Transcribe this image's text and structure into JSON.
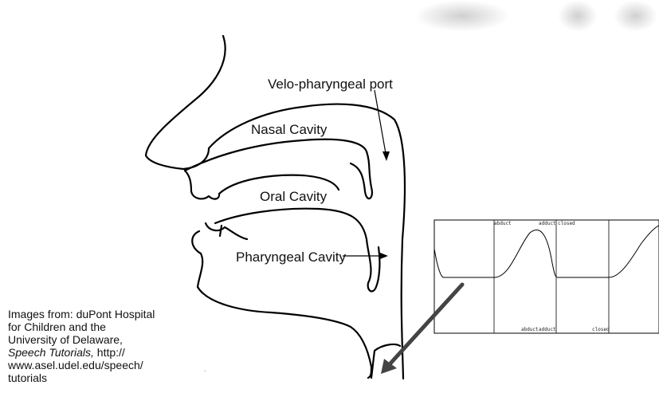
{
  "labels": {
    "velo": "Velo-pharyngeal port",
    "nasal": "Nasal Cavity",
    "oral": "Oral Cavity",
    "pharyngeal": "Pharyngeal Cavity"
  },
  "credit": {
    "line1": "Images from: duPont Hospital",
    "line2": "for Children and the",
    "line3": "University of Delaware,",
    "title": "Speech Tutorials,",
    "line4": " http://",
    "line5": "www.asel.udel.edu/speech/",
    "line6": "tutorials"
  },
  "waveform": {
    "top_labels": [
      "abduct",
      "adduct",
      "closed"
    ],
    "bottom_labels": [
      "abduct",
      "adduct",
      "closed"
    ]
  },
  "colors": {
    "line": "#000000",
    "arrow": "#444444"
  }
}
